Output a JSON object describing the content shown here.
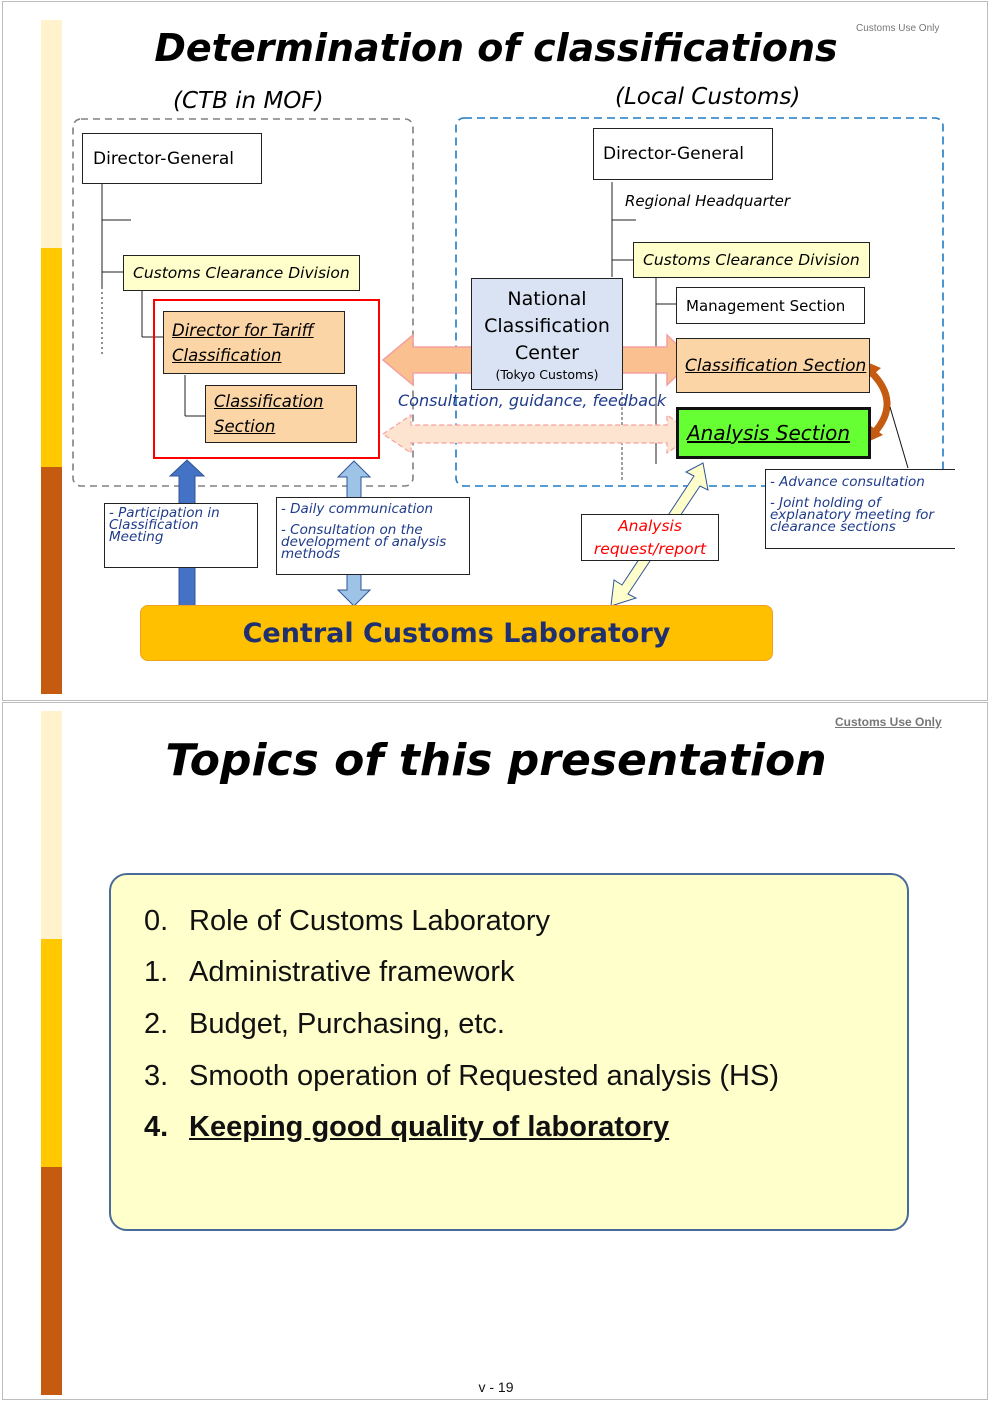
{
  "slide1": {
    "confidential": "Customs Use Only",
    "title": "Determination of classifications",
    "left_group": {
      "label": "(CTB in MOF)",
      "director_general": "Director-General",
      "customs_clearance_division": "Customs Clearance Division",
      "director_tariff_classification": "Director for Tariff Classification",
      "classification_section": "Classification Section"
    },
    "right_group": {
      "label": "(Local Customs)",
      "director_general": "Director-General",
      "regional_hq": "Regional Headquarter",
      "customs_clearance_division": "Customs Clearance Division",
      "management_section": "Management Section",
      "classification_section": "Classification Section",
      "analysis_section": "Analysis Section"
    },
    "national_center": {
      "line1": "National",
      "line2": "Classification",
      "line3": "Center",
      "sub": "(Tokyo Customs)"
    },
    "consultation_label": "Consultation, guidance, feedback",
    "notes": {
      "participation": "- Participation in Classification Meeting",
      "daily": "- Daily communication",
      "consult_dev": "- Consultation on the development of analysis methods",
      "analysis_request": "Analysis request/report",
      "advance": "- Advance consultation",
      "joint": "- Joint holding of explanatory meeting for clearance sections"
    },
    "laboratory": "Central Customs Laboratory"
  },
  "slide2": {
    "confidential": "Customs Use Only",
    "title": "Topics of this presentation",
    "topics": [
      {
        "num": "0.",
        "text": "Role of Customs Laboratory"
      },
      {
        "num": "1.",
        "text": "Administrative framework"
      },
      {
        "num": "2.",
        "text": "Budget, Purchasing, etc."
      },
      {
        "num": "3.",
        "text": "Smooth operation of Requested analysis (HS)"
      },
      {
        "num": "4.",
        "text": "Keeping good quality of laboratory"
      }
    ],
    "page_number": "v - 19"
  },
  "colors": {
    "bar_light": "#fff2cc",
    "bar_mid": "#ffc800",
    "bar_dark": "#c55a11",
    "yellow_box": "#ffffcc",
    "orange_box": "#fbd5a5",
    "green_box": "#66ff33",
    "blue_box": "#dae3f3",
    "lab": "#ffc000",
    "note_text": "#1f3b8a",
    "red": "#ff0000"
  }
}
